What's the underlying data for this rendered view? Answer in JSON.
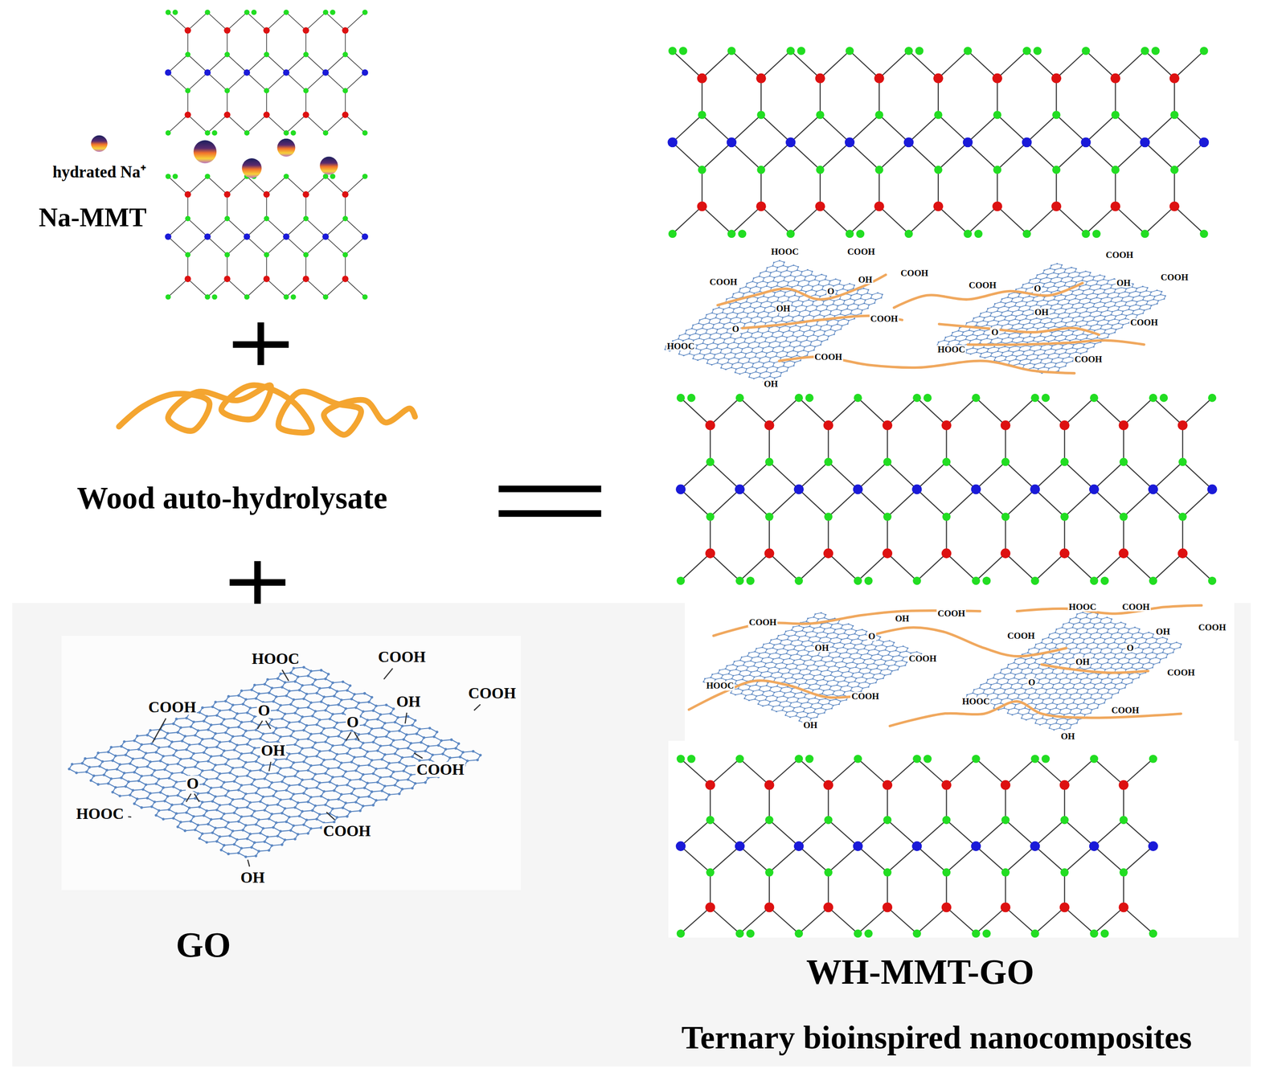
{
  "diagram": {
    "nodes": [
      {
        "text": [
          "hydrated Na⁺",
          "Na-MMT"
        ]
      },
      {
        "text": [
          "Wood auto-hydrolysate"
        ]
      },
      {
        "text": [
          "GO"
        ]
      },
      {
        "text": [
          "WH-MMT-GO",
          "Ternary bioinspired nanocomposites"
        ]
      }
    ],
    "labels": [
      "HOOC",
      "COOH",
      "COOH",
      "COOH",
      "O",
      "OH",
      "O",
      "OH",
      "COOH",
      "O",
      "HOOC",
      "COOH",
      "OH",
      "HOOC",
      "COOH",
      "COOH",
      "COOH",
      "OH",
      "O",
      "OH",
      "COOH",
      "O",
      "HOOC",
      "COOH",
      "OH",
      "COOH",
      "COOH",
      "COOH",
      "OH",
      "O",
      "OH",
      "COOH",
      "O",
      "HOOC",
      "COOH",
      "COOH",
      "OH",
      "COOH",
      "O",
      "OH",
      "COOH",
      "HOOC",
      "COOH",
      "OH",
      "HOOC",
      "COOH",
      "COOH",
      "COOH",
      "OH",
      "O",
      "OH",
      "COOH",
      "O",
      "HOOC",
      "COOH",
      "OH"
    ]
  }
}
